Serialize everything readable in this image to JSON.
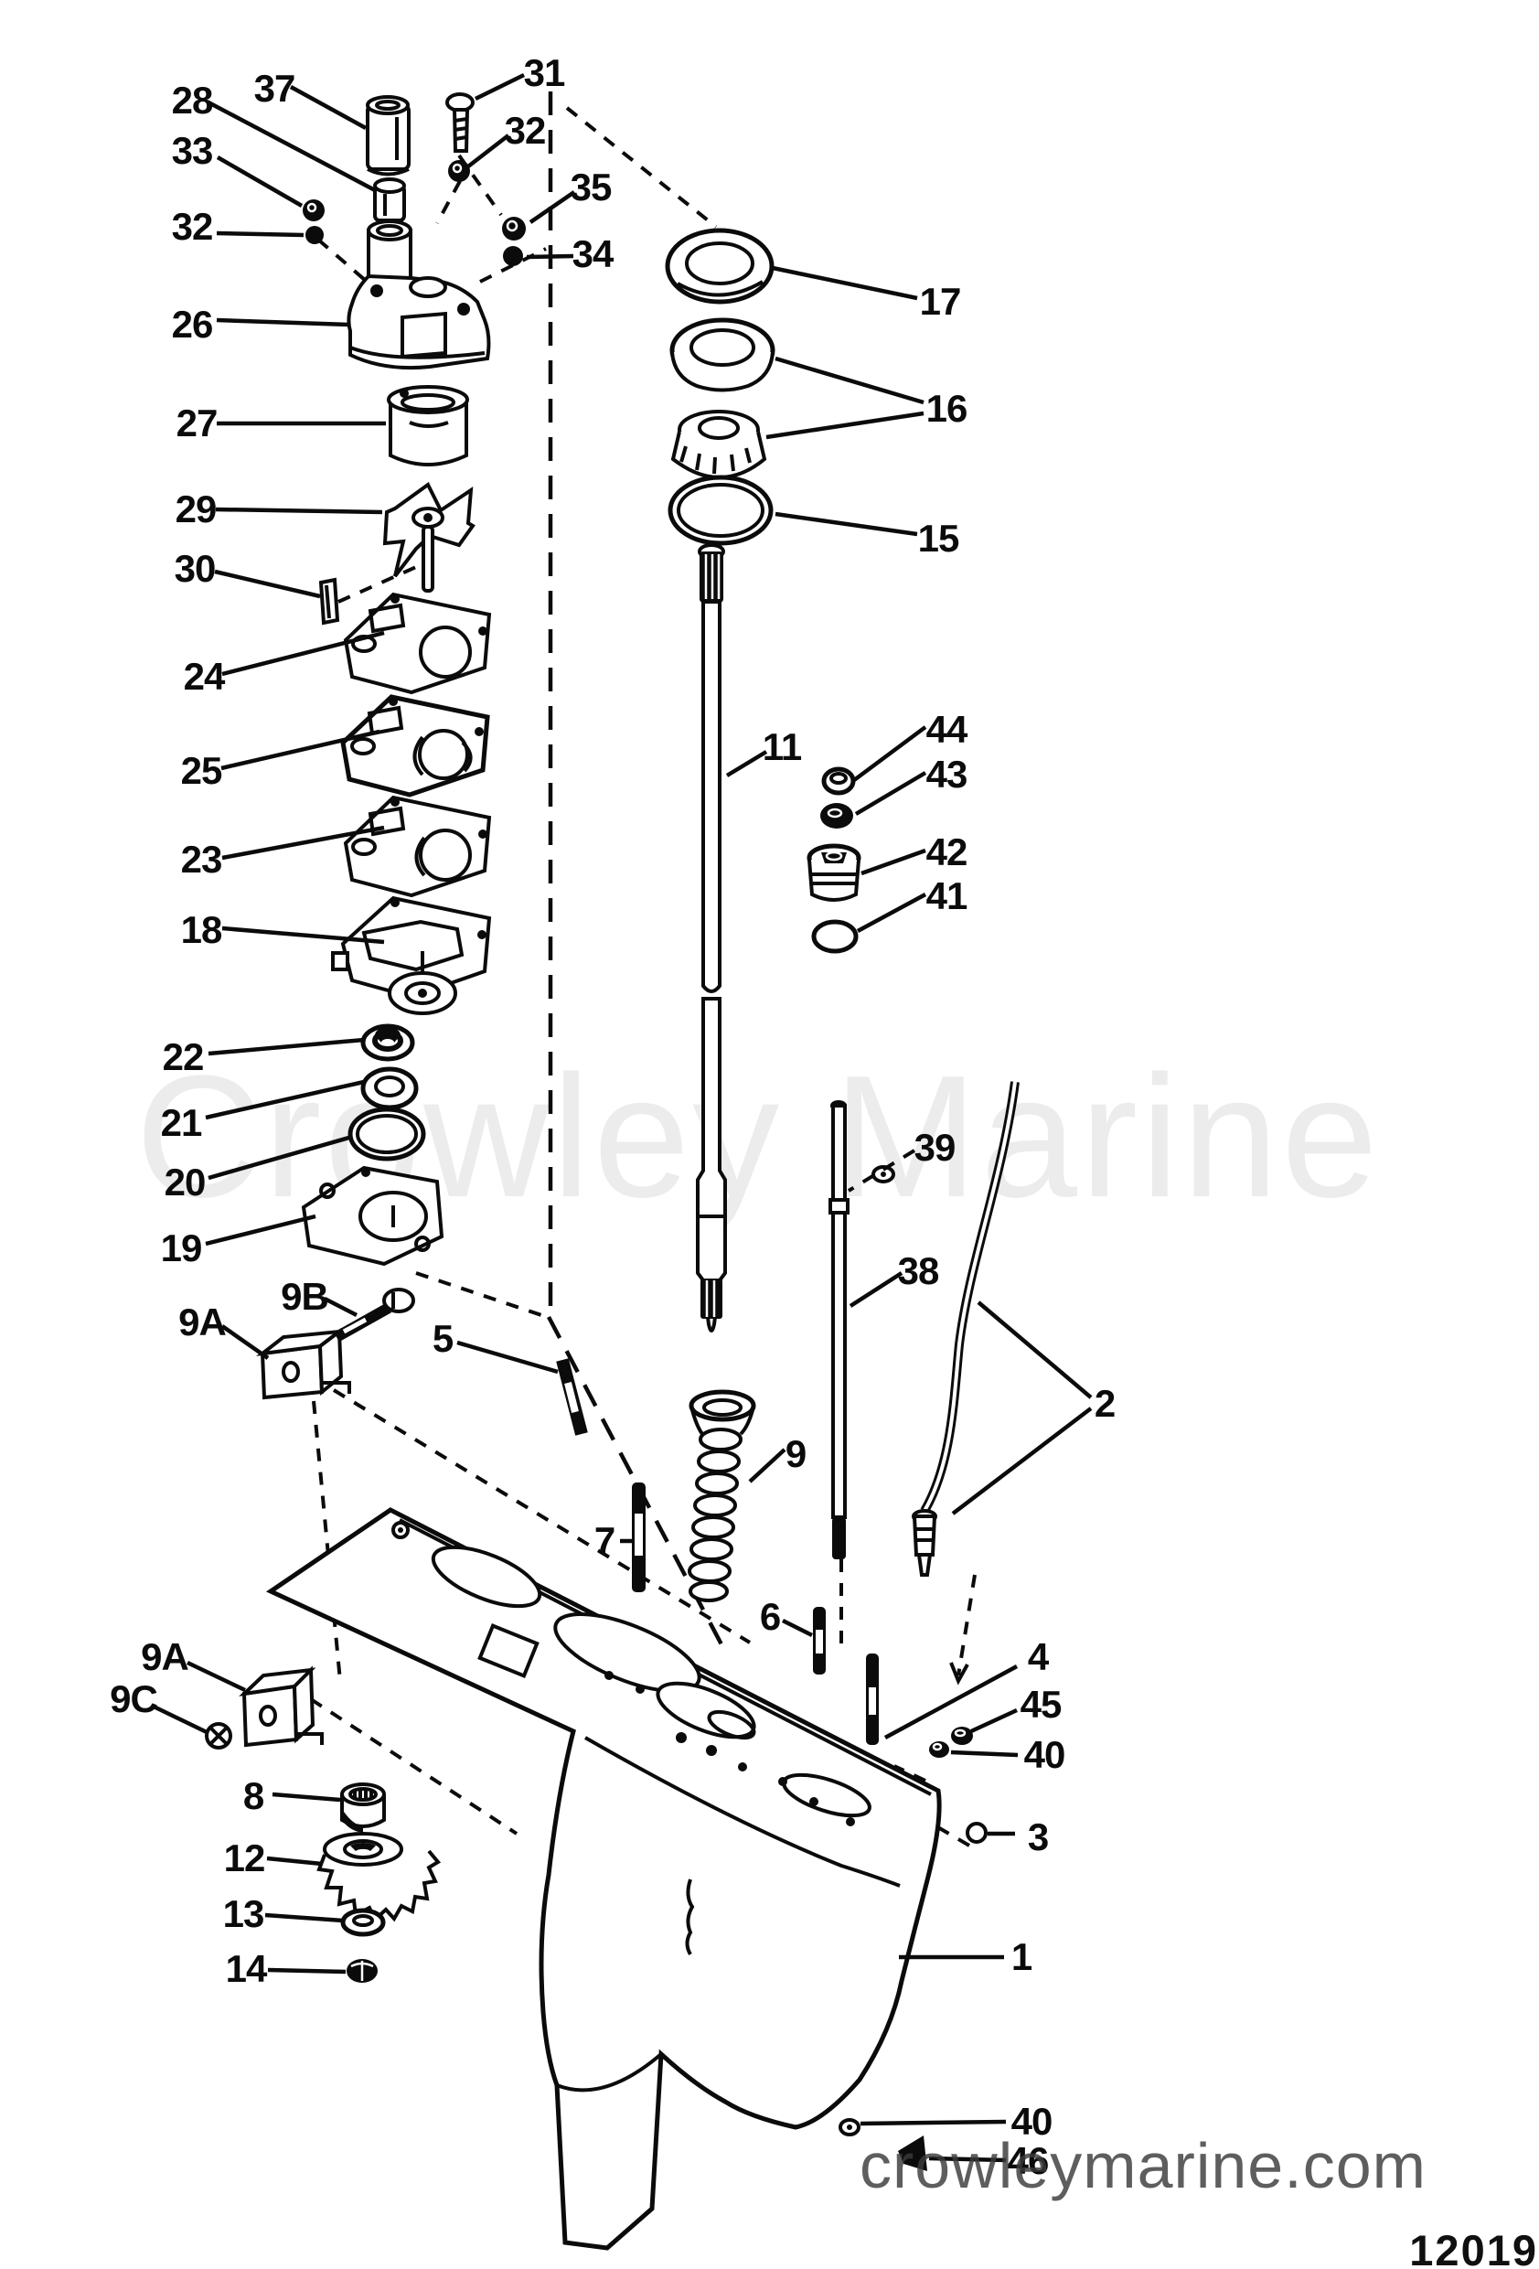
{
  "watermarks": {
    "center": "Crowley Marine",
    "site": "crowleymarine.com"
  },
  "document_number": "12019",
  "colors": {
    "ink": "#0b0b0b",
    "watermark_center": "#ececec",
    "watermark_site": "#3a3a3a",
    "background": "#ffffff"
  },
  "parts": {
    "n1": "1",
    "n2": "2",
    "n3": "3",
    "n4": "4",
    "n5": "5",
    "n6": "6",
    "n7": "7",
    "n8": "8",
    "n9": "9",
    "n9A_upper": "9A",
    "n9A_lower": "9A",
    "n9B": "9B",
    "n9C": "9C",
    "n11": "11",
    "n12": "12",
    "n13": "13",
    "n14": "14",
    "n15": "15",
    "n16": "16",
    "n17": "17",
    "n18": "18",
    "n19": "19",
    "n20": "20",
    "n21": "21",
    "n22": "22",
    "n23": "23",
    "n24": "24",
    "n25": "25",
    "n26": "26",
    "n27": "27",
    "n28": "28",
    "n29": "29",
    "n30": "30",
    "n31": "31",
    "n32_left": "32",
    "n32_right": "32",
    "n33": "33",
    "n34": "34",
    "n35": "35",
    "n37": "37",
    "n38": "38",
    "n39": "39",
    "n40_upper": "40",
    "n40_lower": "40",
    "n41": "41",
    "n42": "42",
    "n43": "43",
    "n44": "44",
    "n45": "45",
    "n46": "46"
  }
}
